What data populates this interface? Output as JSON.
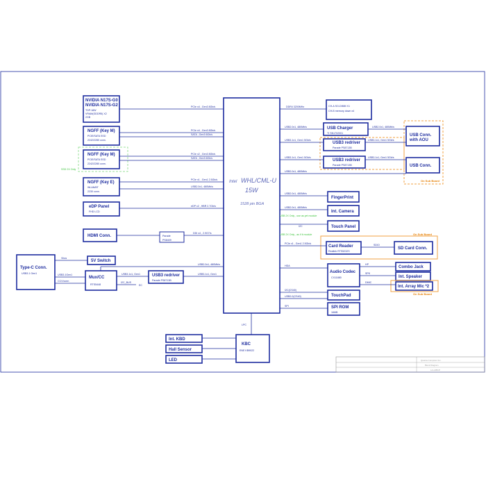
{
  "cpu": {
    "line1a": "Intel",
    "line1b": "WHL/CML-U",
    "line2": "15W",
    "line3": "1528 pin BGA"
  },
  "left_blocks": {
    "nvidia": [
      "NVIDIA N17S-G0",
      "NVIDIA N17S-G2",
      "TDP:18W",
      "VRAM(GDDR5) X2",
      "2GB"
    ],
    "ngff1": [
      "NGFF (Key M)",
      "PCIE/SATA SSD",
      "2242/2280 conn."
    ],
    "ngff2": [
      "NGFF (Key M)",
      "PCIE/SATA SSD",
      "2242/2280 conn."
    ],
    "ngff3": [
      "NGFF (Key E)",
      "WLAN/BT",
      "2230 conn."
    ],
    "edp": [
      "eDP Panel",
      "FHD LCD"
    ],
    "hdmi": "HDMI Conn.",
    "parade": [
      "Parade",
      "PS8409"
    ],
    "sv_switch": "5V Switch",
    "typec": [
      "Type-C Conn.",
      "USB3.1 Gen1"
    ],
    "mux": [
      "Mux/CC",
      "RTS5448"
    ],
    "usb3r_left": [
      "USB3 redriver",
      "Parade PS8713B"
    ]
  },
  "right_blocks": {
    "ddr": [
      "CH-A SO-DIMM X1",
      "CH-B memory down x4"
    ],
    "usb_charger": [
      "USB Charger",
      "TI SN1702001"
    ],
    "usb3r_a": [
      "USB3 redriver",
      "Parade PS8713B"
    ],
    "usb3r_b": [
      "USB3 redriver",
      "Parade PS8713B"
    ],
    "usbconn_aou": [
      "USB Conn.",
      "with AOU"
    ],
    "usbconn": "USB Conn.",
    "fingerprint": "FingerPrint",
    "camera": "Int. Camera",
    "touchpanel": "Touch Panel",
    "cardreader": [
      "Card Reader",
      "Realtek RTS5232S"
    ],
    "sdcard": "SD Card Conn.",
    "codec": [
      "Audio Codec",
      "CX11880"
    ],
    "combo": "Combo Jack",
    "speaker": "Int. Speaker",
    "mic": "Int. Array Mic *2",
    "touchpad": "TouchPad",
    "spirom": [
      "SPI ROM",
      "16MB"
    ]
  },
  "bottom_blocks": {
    "kbc": [
      "KBC",
      "ENE KB9022"
    ],
    "intkbd": "Int. KBD",
    "hall": "Hall Sensor",
    "led": "LED"
  },
  "signals": {
    "pcie_x4": "PCIe x4 , Gen3 8Gb/s",
    "ssd1": [
      "PCIe x4 , Gen3 8Gb/s",
      "SATA , Gen3 6Gb/s"
    ],
    "ssd2": [
      "PCIe x2 , Gen3 8Gb/s",
      "SATA , Gen3 6Gb/s"
    ],
    "wlan": [
      "PCIe x1 , Gen1 2.5Gb/s",
      "USB2.0x1, 480Mb/s"
    ],
    "edp": "eDP x2 , HBR 2.7Gb/s",
    "ddi": "DDI x4 , 2.9G7/s",
    "usb2_typec": "USB2.0x1, 480Mb/s",
    "usb3_typec": "USB3.1x1, Gen1",
    "ddr4": "DDR4 3200MHz",
    "usb2_charger": "USB2.0x1, 480Mb/s",
    "usb3_a": "USB3.1x1, Gen1 5Gb/s",
    "usb3_b": "USB3.1x1, Gen1 5Gb/s",
    "usb2_conn": "USB2.0x1, 480Mb/s",
    "usb2_fp": "USB2.0x1, 480Mb/s",
    "usb2_cam": "USB2.0x1, 480Mb/s",
    "i2c": "I2C",
    "pcie_card": "PCIe x1 , Gen1 2.5Gb/s",
    "sdio": "SDIO",
    "hda": "HDA",
    "i2c_tp": "I2C(CS40)",
    "usb2_tp": "USB2.0(CS40)",
    "spi": "SPI",
    "lpc": "LPC",
    "vbus": "Vbus",
    "cc": "CC/Vconn",
    "usb3_mux": "USB3.1x1, Gen1",
    "usb3_mux_in": "USB3.1Gen1",
    "i2c_bus": "I2C_BUS",
    "ec": "EC",
    "hp": "HP",
    "spk": "SPK",
    "dmic": "DMIC",
    "usb_out": "USB2.0x1, 480Mb/s",
    "usb3_out1": "USB3.1x1, Gen1 5Gb/s",
    "usb3_out2": "USB3.1x1, Gen1 5Gb/s"
  },
  "notes": {
    "ssd_only": "SSD 2X Only",
    "usb_only": "USB 2X Only , use as yet module",
    "usb_cam_only": "USB 2X Only , as if it module",
    "sub_board1": "On Sub Board",
    "sub_board2": "On Sub Board",
    "sub_board3": "On Sub Board"
  },
  "title_block": {
    "company": "Quanta Computer Inc.",
    "project": "Block Diagram",
    "doc": "LA-H351P"
  },
  "colors": {
    "line": "#1c2b9e",
    "green_note": "#39c239",
    "orange_note": "#e67e00"
  }
}
